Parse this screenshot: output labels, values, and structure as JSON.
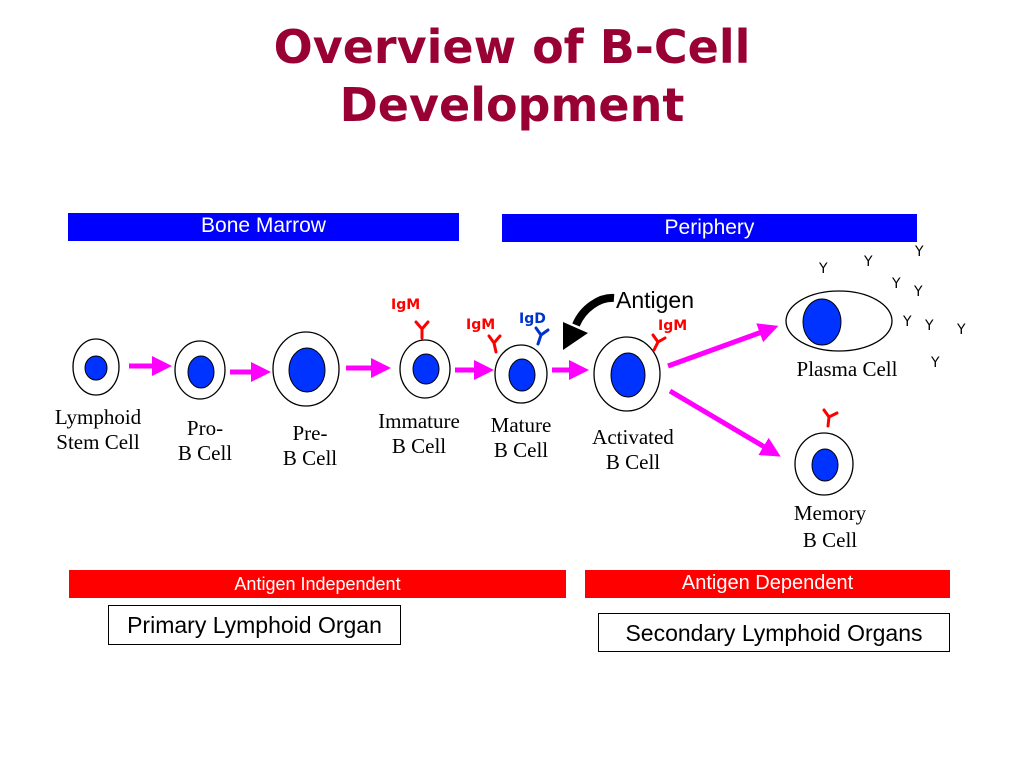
{
  "title": {
    "line1": "Overview of B-Cell",
    "line2": "Development"
  },
  "bands": {
    "bone_marrow": "Bone Marrow",
    "periphery": "Periphery",
    "antigen_independent": "Antigen Independent",
    "antigen_dependent": "Antigen Dependent"
  },
  "organs": {
    "primary": "Primary Lymphoid Organ",
    "secondary": "Secondary Lymphoid Organs"
  },
  "cells": {
    "stem": {
      "line1": "Lymphoid",
      "line2": "Stem Cell"
    },
    "pro": {
      "line1": "Pro-",
      "line2": "B Cell"
    },
    "pre": {
      "line1": "Pre-",
      "line2": "B Cell"
    },
    "immature": {
      "line1": "Immature",
      "line2": "B Cell"
    },
    "mature": {
      "line1": "Mature",
      "line2": "B Cell"
    },
    "activated": {
      "line1": "Activated",
      "line2": "B Cell"
    },
    "plasma": {
      "line1": "Plasma Cell"
    },
    "memory": {
      "line1": "Memory",
      "line2": "B Cell"
    }
  },
  "antibodies": {
    "igm_immature": "IgM",
    "igm_mature": "IgM",
    "igd_mature": "IgD",
    "igm_activated": "IgM"
  },
  "antigen_label": "Antigen",
  "secreted_antibody_glyph": "Y",
  "colors": {
    "title": "#990033",
    "blue_band": "#0000ff",
    "red_band": "#ff0000",
    "arrow": "#ff00ff",
    "igm": "#ff0000",
    "igd": "#0033cc",
    "nucleus": "#0033ff"
  }
}
